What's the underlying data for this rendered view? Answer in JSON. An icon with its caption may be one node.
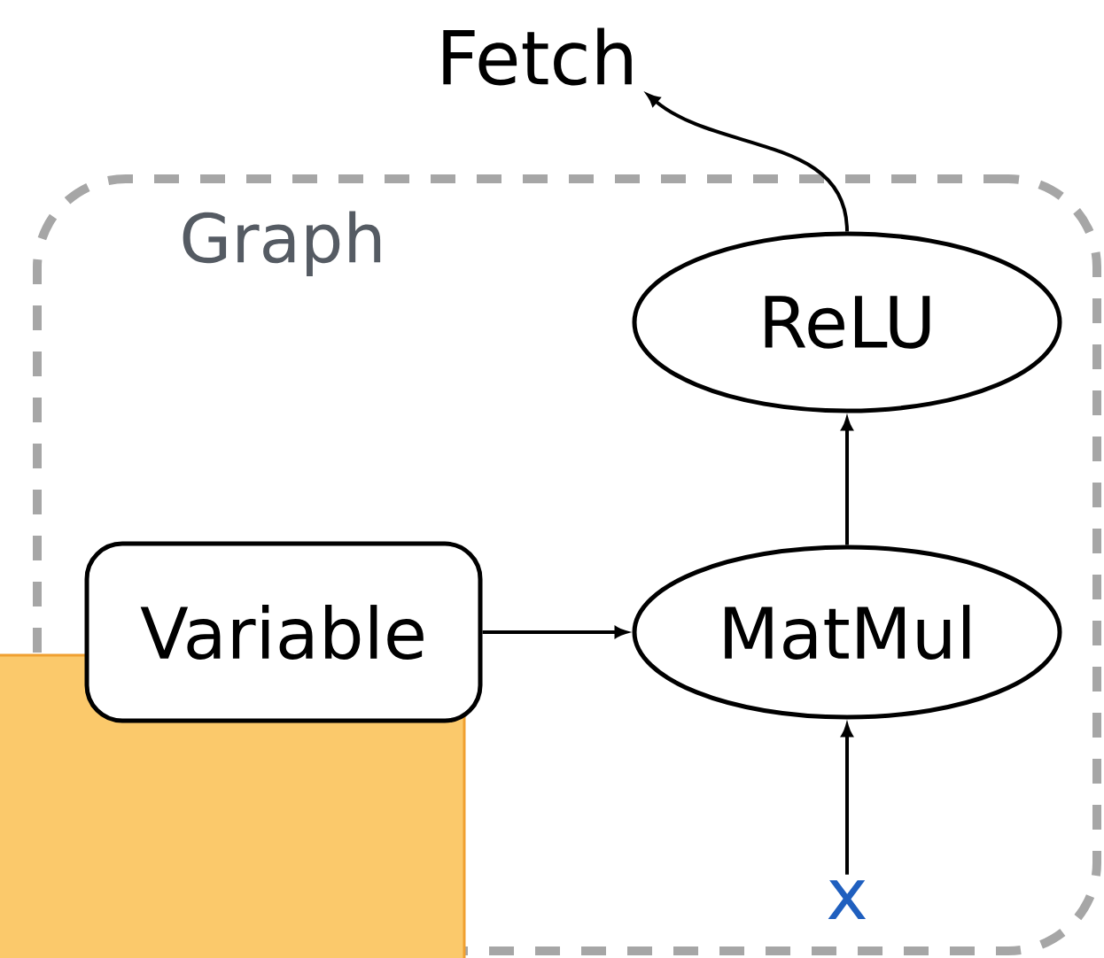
{
  "diagram": {
    "nodes": [
      {
        "text": [
          "Graph"
        ]
      },
      {
        "text": [
          "Variable"
        ],
        "in": 0
      },
      {
        "text": [
          "MatMul"
        ],
        "in": 0
      },
      {
        "text": [
          "ReLU"
        ],
        "in": 0
      },
      {
        "text": [
          "x"
        ],
        "in": 0
      },
      {
        "text": [
          "Fetch"
        ]
      }
    ],
    "edges": [
      {
        "from": 1,
        "to": 2,
        "arrow": "to"
      },
      {
        "from": 4,
        "to": 2,
        "arrow": "to"
      },
      {
        "from": 2,
        "to": 3,
        "arrow": "to"
      },
      {
        "from": 3,
        "to": 5,
        "arrow": "to"
      }
    ]
  }
}
